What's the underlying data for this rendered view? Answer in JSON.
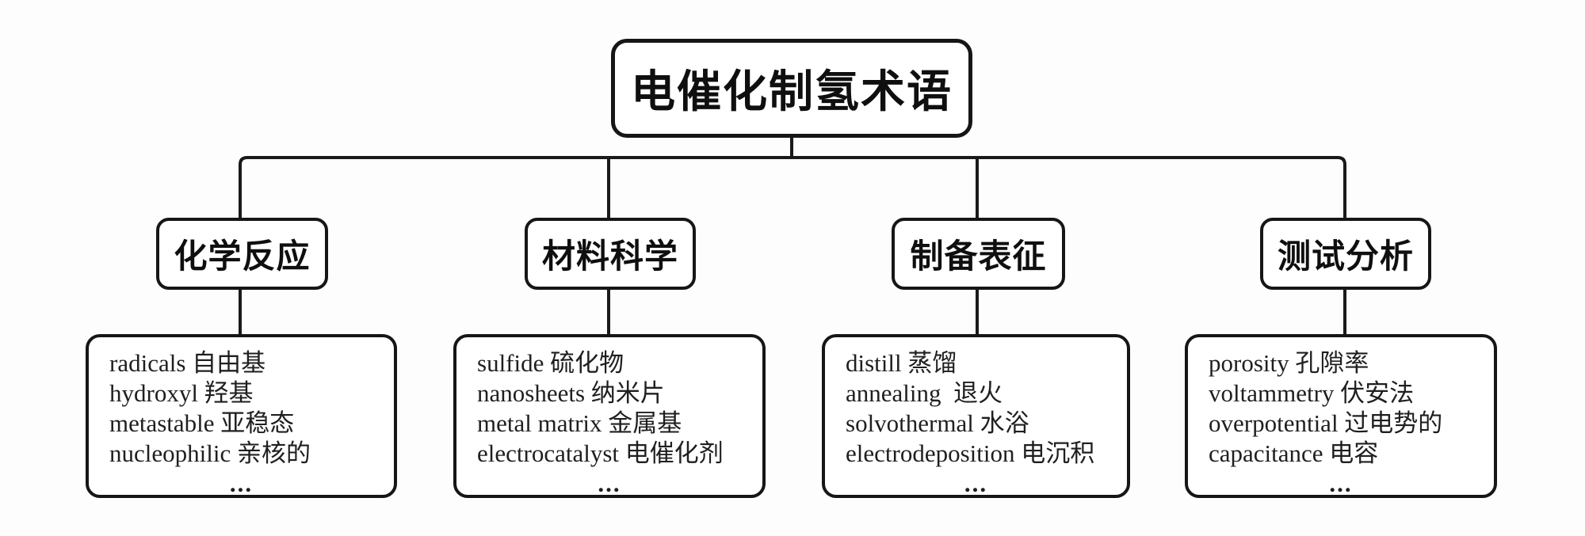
{
  "diagram": {
    "root": {
      "label": "电催化制氢术语"
    },
    "branches": [
      {
        "label": "化学反应",
        "terms": [
          "radicals 自由基",
          "hydroxyl 羟基",
          "metastable 亚稳态",
          "nucleophilic 亲核的"
        ],
        "ellipsis": "..."
      },
      {
        "label": "材料科学",
        "terms": [
          "sulfide 硫化物",
          "nanosheets 纳米片",
          "metal matrix 金属基",
          "electrocatalyst 电催化剂"
        ],
        "ellipsis": "..."
      },
      {
        "label": "制备表征",
        "terms": [
          "distill 蒸馏",
          "annealing  退火",
          "solvothermal 水浴",
          "electrodeposition 电沉积"
        ],
        "ellipsis": "..."
      },
      {
        "label": "测试分析",
        "terms": [
          "porosity 孔隙率",
          "voltammetry 伏安法",
          "overpotential 过电势的",
          "capacitance 电容"
        ],
        "ellipsis": "..."
      }
    ],
    "colors": {
      "stroke": "#1a1a1a",
      "box_background": "#ffffff",
      "page_background": "#fdfdfd",
      "text": "#1f1f1f"
    }
  }
}
